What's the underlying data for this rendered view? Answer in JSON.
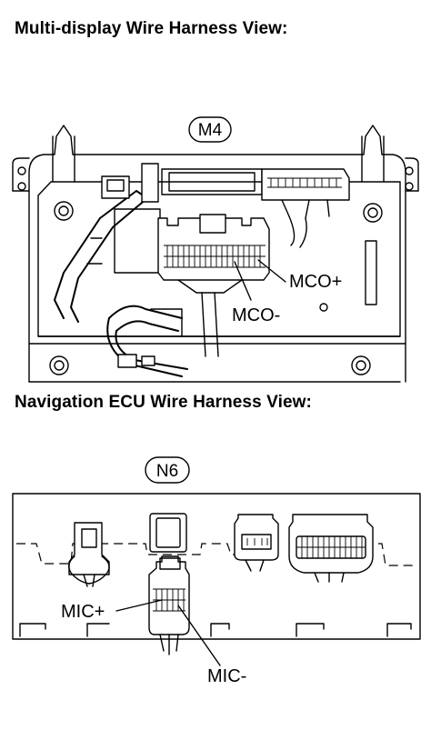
{
  "headings": {
    "multi_display": "Multi-display Wire Harness View:",
    "navigation_ecu": "Navigation ECU Wire Harness View:"
  },
  "connectors": {
    "top": {
      "id": "M4"
    },
    "bottom": {
      "id": "N6"
    }
  },
  "terminal_labels": {
    "mco_plus": "MCO+",
    "mco_minus": "MCO-",
    "mic_plus": "MIC+",
    "mic_minus": "MIC-"
  }
}
